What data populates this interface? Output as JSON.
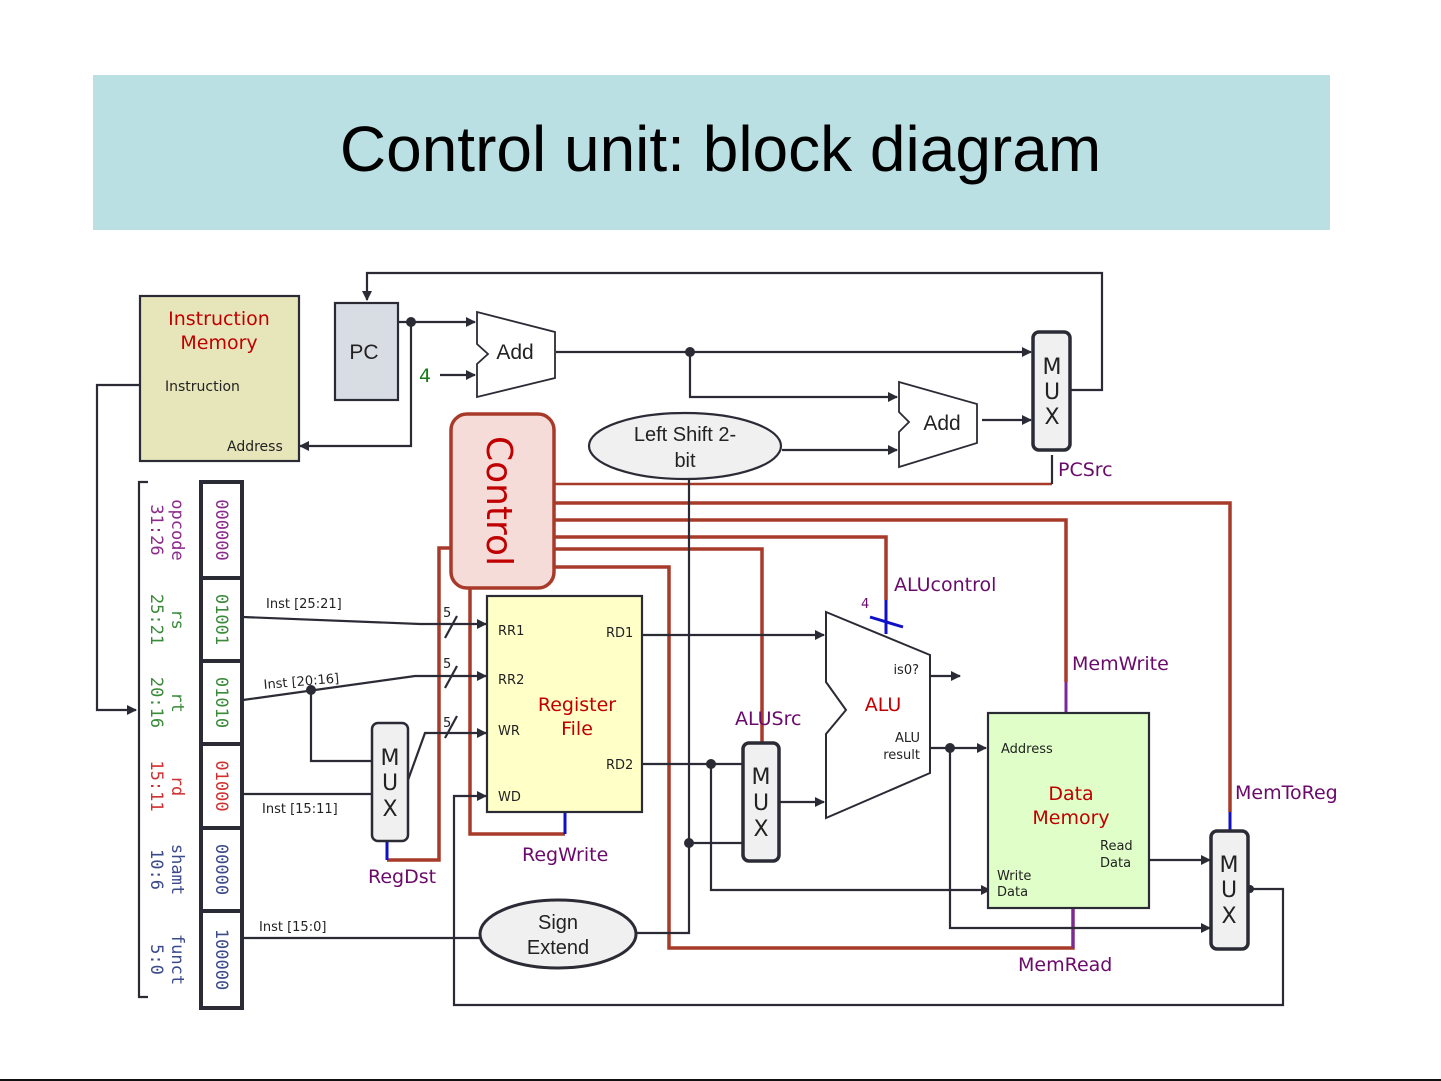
{
  "slide": {
    "title": "Control unit: block diagram",
    "colors": {
      "title_bg": "#bbe0e3",
      "control_wire": "#a83a2a",
      "signal_label": "#6a0a6a",
      "block_title": "#c00000",
      "instr_mem_fill": "#e7e6bb",
      "reg_file_fill": "#ffffc8",
      "data_mem_fill": "#e0ffc8",
      "control_fill": "#f6dcd8",
      "pc_fill": "#d8dde4"
    }
  },
  "blocks": {
    "instruction_memory": {
      "title_line1": "Instruction",
      "title_line2": "Memory",
      "port_instruction": "Instruction",
      "port_address": "Address"
    },
    "pc": {
      "label": "PC"
    },
    "const_four": {
      "label": "4"
    },
    "adder_pc": {
      "label": "Add"
    },
    "adder_branch": {
      "label": "Add"
    },
    "left_shift": {
      "line1": "Left Shift 2-",
      "line2": "bit"
    },
    "control": {
      "label": "Control"
    },
    "register_file": {
      "title_line1": "Register",
      "title_line2": "File",
      "ports": {
        "rr1": "RR1",
        "rr2": "RR2",
        "wr": "WR",
        "wd": "WD",
        "rd1": "RD1",
        "rd2": "RD2"
      }
    },
    "alu": {
      "label": "ALU",
      "port_is0": "is0?",
      "port_result_line1": "ALU",
      "port_result_line2": "result"
    },
    "data_memory": {
      "title_line1": "Data",
      "title_line2": "Memory",
      "port_address": "Address",
      "port_read_line1": "Read",
      "port_read_line2": "Data",
      "port_write_line1": "Write",
      "port_write_line2": "Data"
    },
    "sign_extend": {
      "line1": "Sign",
      "line2": "Extend"
    },
    "mux_letters": [
      "M",
      "U",
      "X"
    ]
  },
  "instruction_fields": [
    {
      "name": "opcode",
      "bits": "31:26",
      "value": "000000",
      "color": "#8a2a8a"
    },
    {
      "name": "rs",
      "bits": "25:21",
      "value": "01001",
      "color": "#3a8a3a"
    },
    {
      "name": "rt",
      "bits": "20:16",
      "value": "01010",
      "color": "#3a8a3a"
    },
    {
      "name": "rd",
      "bits": "15:11",
      "value": "01000",
      "color": "#d03030"
    },
    {
      "name": "shamt",
      "bits": "10:6",
      "value": "00000",
      "color": "#3a4a8a"
    },
    {
      "name": "funct",
      "bits": "5:0",
      "value": "100000",
      "color": "#3a4a8a"
    }
  ],
  "wire_labels": {
    "inst_25_21": "Inst [25:21]",
    "inst_20_16": "Inst [20:16]",
    "inst_15_11": "Inst [15:11]",
    "inst_15_0": "Inst [15:0]",
    "bus_width_5": "5",
    "alu_control_width": "4"
  },
  "control_signals": {
    "pcsrc": "PCSrc",
    "alucontrol": "ALUcontrol",
    "memwrite": "MemWrite",
    "alusrc": "ALUSrc",
    "memtoreg": "MemToReg",
    "regwrite": "RegWrite",
    "regdst": "RegDst",
    "memread": "MemRead"
  }
}
